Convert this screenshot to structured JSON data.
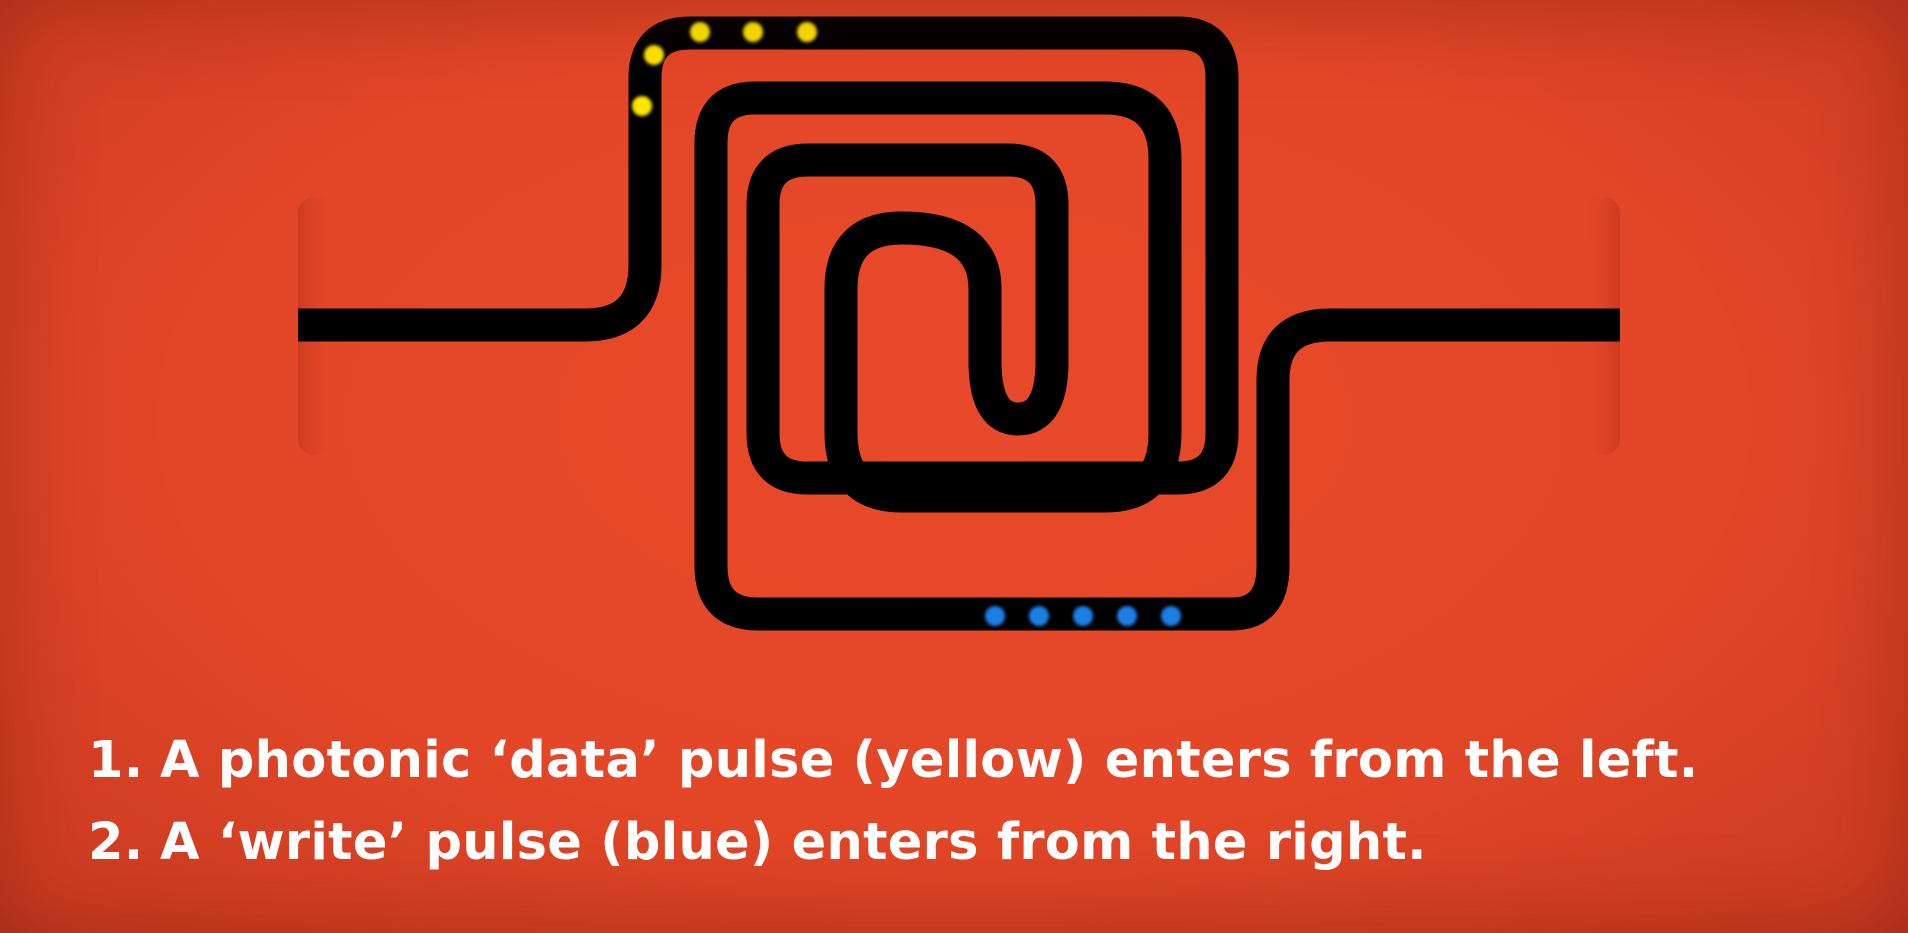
{
  "steps": [
    {
      "number": "1.",
      "text": "A photonic ‘data’ pulse (yellow) enters from the left."
    },
    {
      "number": "2.",
      "text": "A ‘write’ pulse (blue) enters from the right."
    }
  ],
  "colors": {
    "background": "#e34727",
    "waveguide": "#000000",
    "data_pulse": "#ffe600",
    "write_pulse": "#1e7fe6",
    "caption_text": "#ffffff"
  },
  "legend": {
    "data_pulse_color": "yellow",
    "write_pulse_color": "blue"
  }
}
